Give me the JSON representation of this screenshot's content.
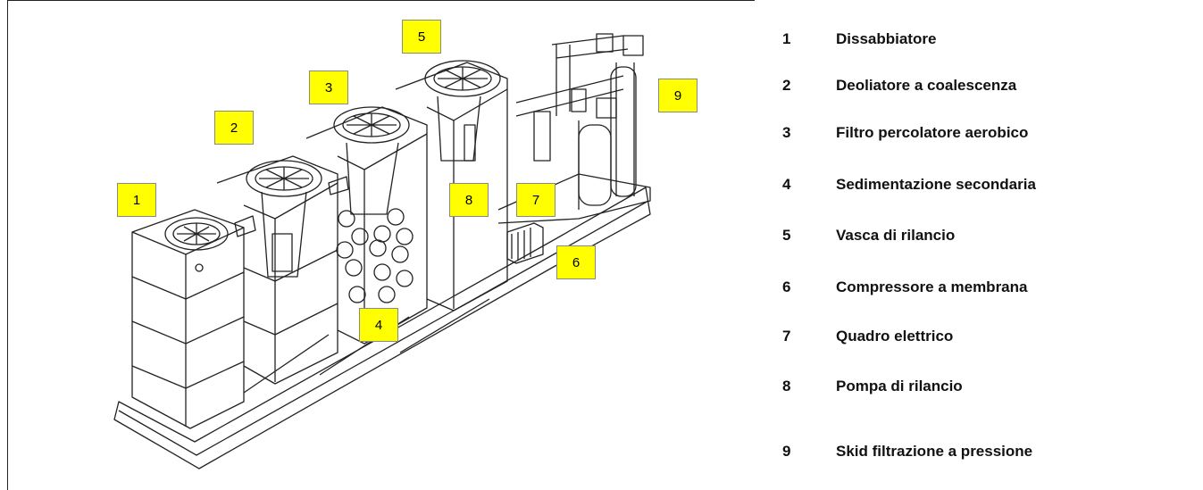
{
  "callouts": [
    "1",
    "2",
    "3",
    "4",
    "5",
    "6",
    "7",
    "8",
    "9"
  ],
  "legend": [
    {
      "number": "1",
      "label": "Dissabbiatore"
    },
    {
      "number": "2",
      "label": "Deoliatore a coalescenza"
    },
    {
      "number": "3",
      "label": "Filtro percolatore aerobico"
    },
    {
      "number": "4",
      "label": "Sedimentazione secondaria"
    },
    {
      "number": "5",
      "label": "Vasca di rilancio"
    },
    {
      "number": "6",
      "label": "Compressore a membrana"
    },
    {
      "number": "7",
      "label": "Quadro elettrico"
    },
    {
      "number": "8",
      "label": "Pompa di rilancio"
    },
    {
      "number": "9",
      "label": "Skid filtrazione a pressione"
    }
  ],
  "colors": {
    "callout_fill": "#ffff00",
    "line": "#222222"
  }
}
